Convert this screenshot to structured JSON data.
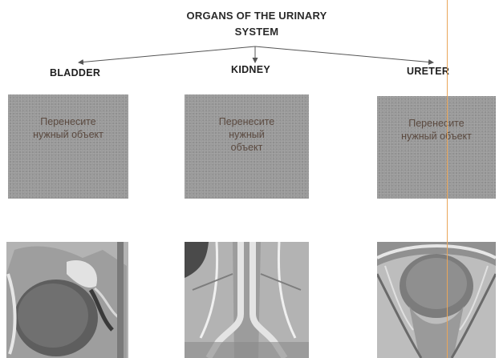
{
  "diagram": {
    "title": "ORGANS OF THE URINARY\nSYSTEM",
    "categories": [
      {
        "label": "BLADDER"
      },
      {
        "label": "KIDNEY"
      },
      {
        "label": "URETER"
      }
    ],
    "drop_zones": [
      {
        "label": "Перенесите\nнужный объект"
      },
      {
        "label": "Перенесите\nнужный\nобъект"
      },
      {
        "label": "Перенесите\nнужный объект"
      }
    ],
    "draggable_images": [
      {
        "icon": "kidney-anatomy-image"
      },
      {
        "icon": "ureters-anatomy-image"
      },
      {
        "icon": "bladder-anatomy-image"
      }
    ],
    "colors": {
      "drop_zone": "#9a9a9a",
      "drop_label": "#5b4a40",
      "arrow": "#555555",
      "guide_line": "#e9a65a"
    }
  }
}
